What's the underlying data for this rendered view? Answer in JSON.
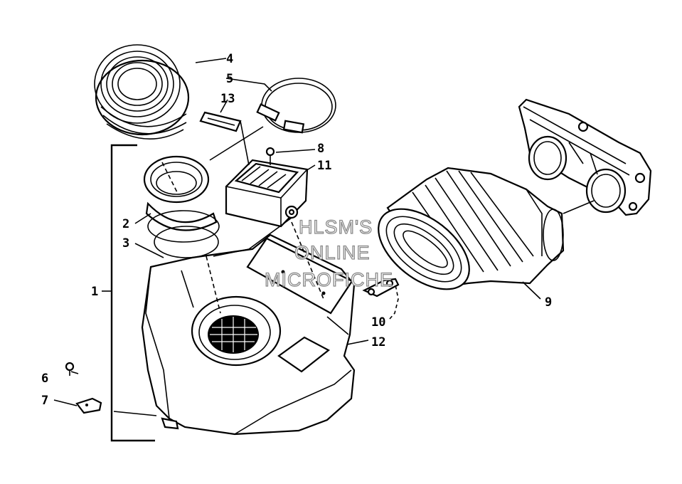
{
  "callouts": {
    "c1": "1",
    "c2": "2",
    "c3": "3",
    "c4": "4",
    "c5": "5",
    "c6": "6",
    "c7": "7",
    "c8": "8",
    "c9": "9",
    "c10": "10",
    "c11": "11",
    "c12": "12",
    "c13": "13"
  },
  "watermark": {
    "line1": "HLSM'S",
    "line2": "ONLINE",
    "line3": "MICROFICHE"
  },
  "colors": {
    "ink": "#000000",
    "paper": "#ffffff",
    "watermark": "#8a8a8a"
  }
}
